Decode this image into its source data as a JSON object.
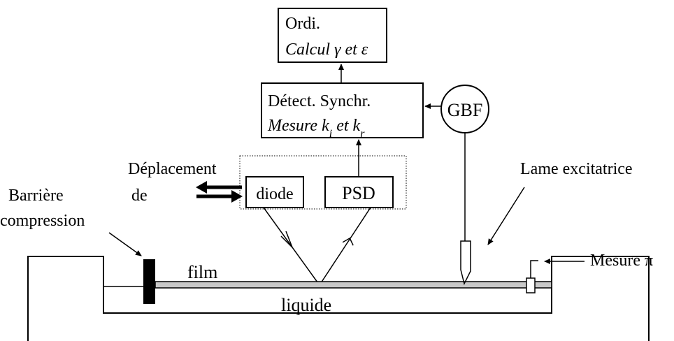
{
  "ordinateur": {
    "line1": "Ordi.",
    "line2_italic": "Calcul γ et ε"
  },
  "detection": {
    "line1": "Détect. Synchr.",
    "line2_italic": "Mesure  k",
    "sub_i": "i",
    "mid": " et k",
    "sub_r": "r"
  },
  "gbf": "GBF",
  "deplacement": "Déplacement",
  "de": "de",
  "diode": "diode",
  "psd": "PSD",
  "barriere": "Barrière",
  "compression": "compression",
  "lame": "Lame excitatrice",
  "mesure_pi": "Mesure π",
  "film": "film",
  "liquide": "liquide"
}
